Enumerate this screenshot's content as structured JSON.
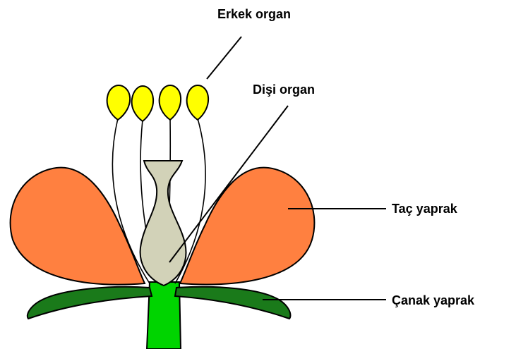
{
  "labels": {
    "male_organ": "Erkek organ",
    "female_organ": "Dişi organ",
    "petal": "Taç yaprak",
    "sepal": "Çanak yaprak"
  },
  "colors": {
    "petal": "#ff8040",
    "sepal": "#1a7a1a",
    "stem": "#00d400",
    "pistil": "#d2d2b8",
    "anther": "#ffff00",
    "outline": "#000000",
    "background": "#ffffff"
  }
}
